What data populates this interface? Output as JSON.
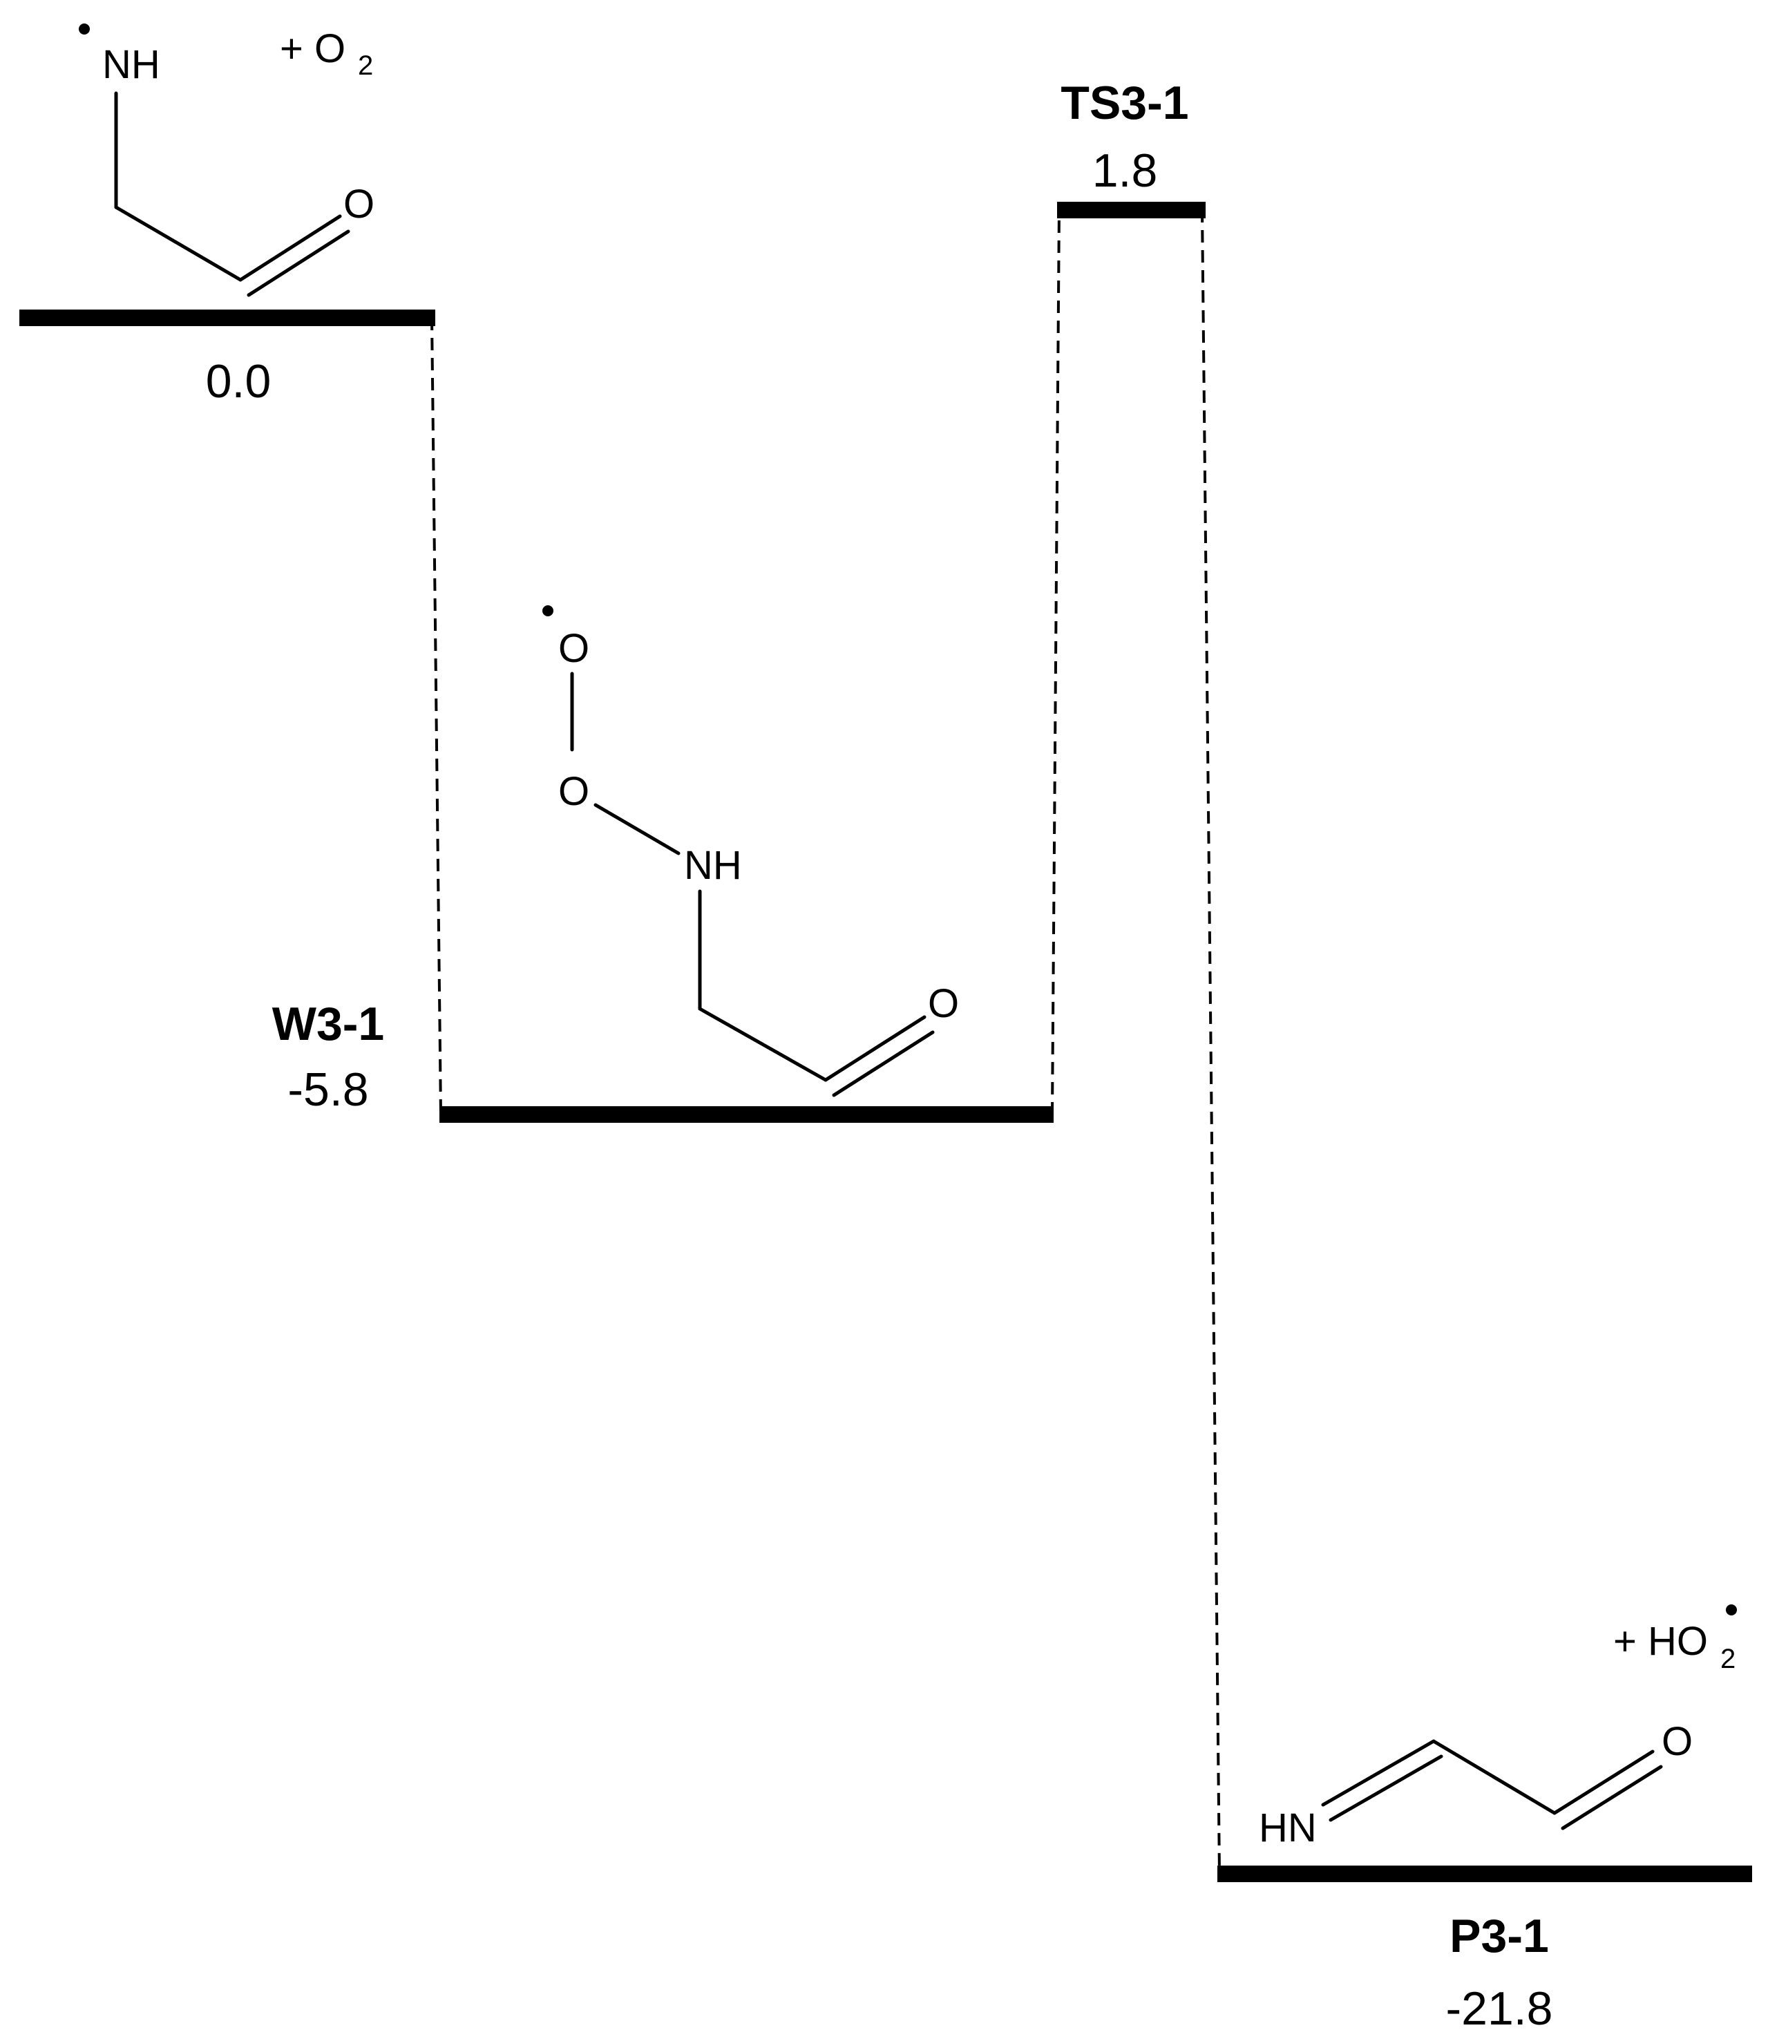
{
  "species": [
    {
      "id": "reactant",
      "name": "",
      "energy": "0.0",
      "partner": {
        "prefix": "+ O",
        "subscript": "2"
      },
      "atoms": [
        "NH",
        "O"
      ]
    },
    {
      "id": "W3-1",
      "name": "W3-1",
      "energy": "-5.8",
      "atoms": [
        "O",
        "O",
        "NH",
        "O"
      ]
    },
    {
      "id": "TS3-1",
      "name": "TS3-1",
      "energy": "1.8"
    },
    {
      "id": "P3-1",
      "name": "P3-1",
      "energy": "-21.8",
      "partner": {
        "prefix": "+ HO",
        "subscript": "2"
      },
      "atoms": [
        "HN",
        "O"
      ]
    }
  ],
  "energy_profile": {
    "unit": "",
    "path": [
      "reactant",
      "W3-1",
      "TS3-1",
      "P3-1"
    ],
    "values": [
      0.0,
      -5.8,
      1.8,
      -21.8
    ]
  },
  "colors": {
    "line": "#000000",
    "background": "#ffffff"
  }
}
